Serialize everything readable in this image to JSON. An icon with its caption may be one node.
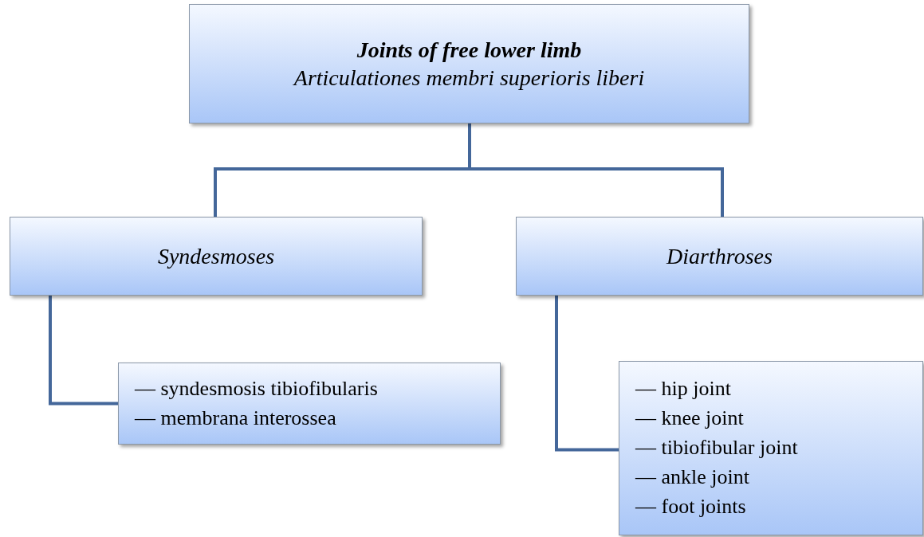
{
  "diagram": {
    "nodes": [
      {
        "text": [
          "Joints of free lower limb",
          "Articulationes membri superioris liberi"
        ]
      },
      {
        "text": [
          "Syndesmoses"
        ]
      },
      {
        "text": [
          "Diarthroses"
        ]
      },
      {
        "text": [
          "— syndesmosis tibiofibularis",
          "— membrana interossea"
        ]
      },
      {
        "text": [
          "— hip joint",
          "— knee joint",
          "— tibiofibular joint",
          "— ankle joint",
          "— foot joints"
        ]
      }
    ],
    "edges": [
      {
        "from": 0,
        "to": 1,
        "arrow": "none"
      },
      {
        "from": 0,
        "to": 2,
        "arrow": "none"
      },
      {
        "from": 1,
        "to": 3,
        "arrow": "none"
      },
      {
        "from": 2,
        "to": 4,
        "arrow": "none"
      }
    ]
  }
}
